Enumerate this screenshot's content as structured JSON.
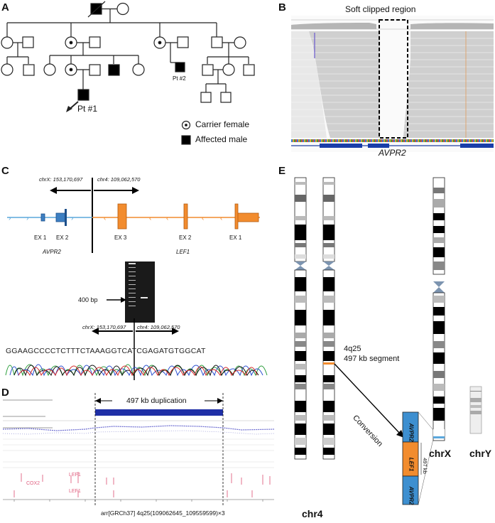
{
  "panels": {
    "a": {
      "label": "A",
      "legend": {
        "carrier": "Carrier female",
        "affected": "Affected male"
      },
      "proband": "Pt #1",
      "patient2": "Pt #2"
    },
    "b": {
      "label": "B",
      "title": "Soft clipped region",
      "gene": "AVPR2"
    },
    "c": {
      "label": "C",
      "bp_left": "chrX: 153,170,697",
      "bp_right": "chr4: 109,062,570",
      "exons": [
        "EX 1",
        "EX 2",
        "EX 3",
        "EX 2",
        "EX 1"
      ],
      "gene_left": "AVPR2",
      "gene_right": "LEF1",
      "gel_marker": "400 bp",
      "seq_bp_left": "chrX: 153,170,697",
      "seq_bp_right": "chr4: 109,062,570",
      "sequence": "GGAAGCCCCTCTTTCTAAAGGTCATCGAGATGTGGCAT"
    },
    "d": {
      "label": "D",
      "dup_label": "497 kb duplication",
      "iscn": "arr[GRCh37] 4q25(109062645_109559599)×3",
      "track_labels": [
        "LEF1",
        "COX2",
        "LEF1"
      ]
    },
    "e": {
      "label": "E",
      "band": "4q25",
      "segment": "497 kb segment",
      "conversion": "Conversion",
      "insert": [
        "AVPR2",
        "LEF1",
        "AVPR2"
      ],
      "insert_size": "497 kb",
      "chr_labels": [
        "chr4",
        "chrX",
        "chrY"
      ]
    }
  }
}
